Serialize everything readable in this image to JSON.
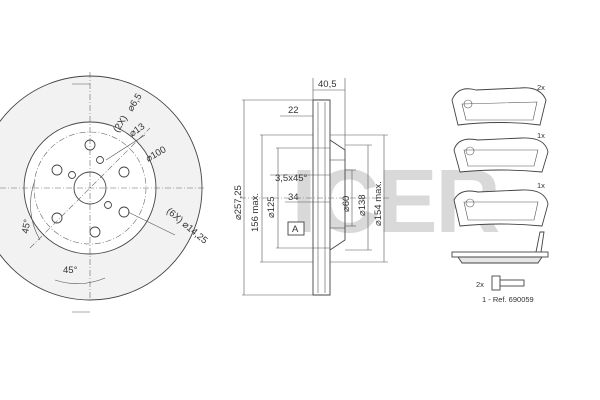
{
  "watermark": "ICER",
  "front_view": {
    "pcd_label": "⌀100",
    "holes_count_label": "(2X)",
    "small_hole_label": "⌀6,5",
    "bore_label": "⌀13",
    "bolt_holes_label": "(6X) ⌀14,25",
    "angle_left": "45°",
    "angle_bottom": "45°"
  },
  "section_view": {
    "width_label": "40,5",
    "offset_label": "22",
    "chamfer_label": "3,5x45°",
    "depth_label": "34",
    "section_mark": "A",
    "diam_outer": "⌀257,25",
    "diam_156": "156 max.",
    "diam_125": "⌀125",
    "diam_60": "⌀60",
    "diam_138": "⌀138",
    "diam_154": "⌀154 max."
  },
  "pads": {
    "qty_1": "2x",
    "qty_2": "1x",
    "qty_3": "1x",
    "bolt_qty": "2x",
    "ref": "1 - Ref. 690059"
  },
  "colors": {
    "line": "#444444",
    "watermark": "#d9d9d9",
    "disc_ring": "#f2f2f2"
  }
}
